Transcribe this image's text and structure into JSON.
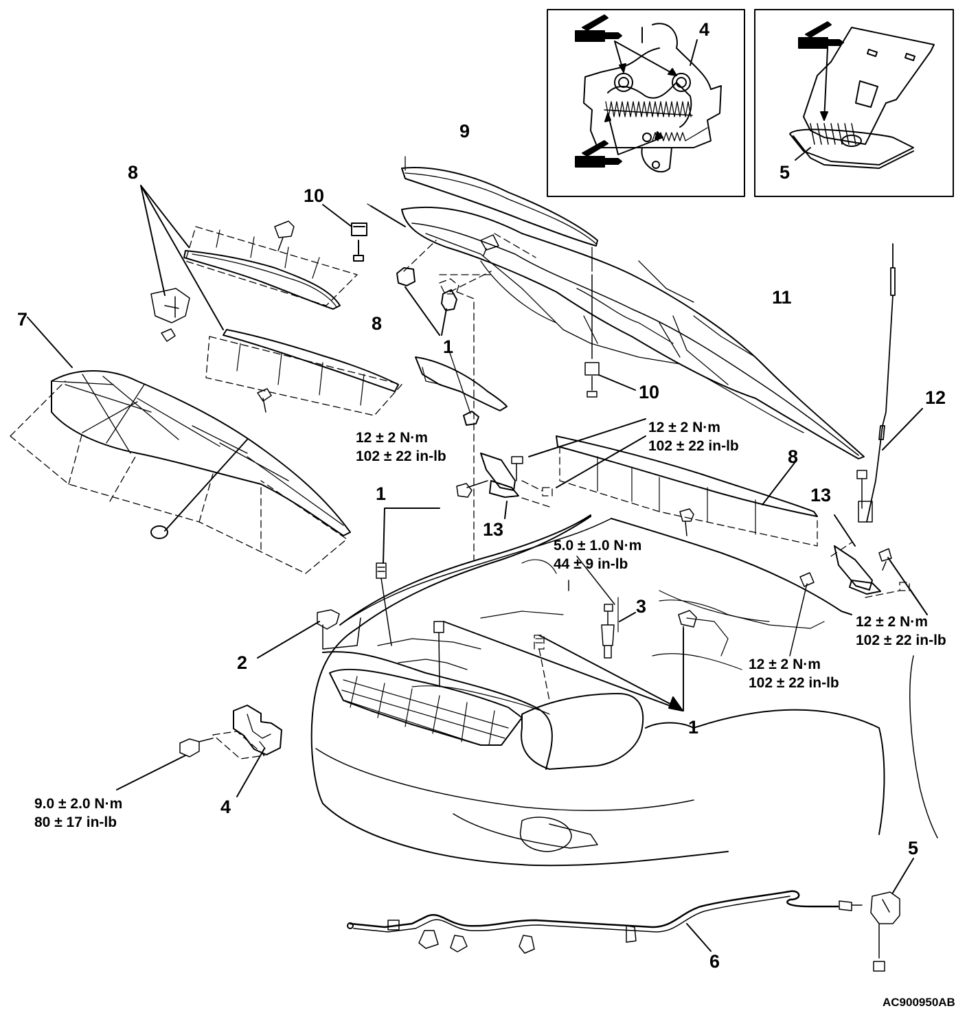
{
  "diagram": {
    "code": "AC900950AB",
    "callouts": {
      "c1_mid": "1",
      "c1_left": "1",
      "c1_right": "1",
      "c2": "2",
      "c3": "3",
      "c4_inset": "4",
      "c4_bottom": "4",
      "c5_inset": "5",
      "c5_bottom": "5",
      "c6": "6",
      "c7": "7",
      "c8_topleft": "8",
      "c8_mid": "8",
      "c8_right": "8",
      "c9": "9",
      "c10_top": "10",
      "c10_mid": "10",
      "c11": "11",
      "c12": "12",
      "c13_left": "13",
      "c13_right": "13"
    },
    "torque_specs": {
      "hinge_left": {
        "nm": "12 ± 2 N·m",
        "inlb": "102 ± 22 in-lb"
      },
      "hinge_left_upper": {
        "nm": "12 ± 2 N·m",
        "inlb": "102 ± 22 in-lb"
      },
      "striker_bolt": {
        "nm": "5.0 ± 1.0 N·m",
        "inlb": "44 ± 9 in-lb"
      },
      "hinge_right_lower": {
        "nm": "12 ± 2 N·m",
        "inlb": "102 ± 22 in-lb"
      },
      "hinge_right": {
        "nm": "12 ± 2 N·m",
        "inlb": "102 ± 22 in-lb"
      },
      "latch": {
        "nm": "9.0 ± 2.0 N·m",
        "inlb": "80 ± 17 in-lb"
      }
    }
  }
}
